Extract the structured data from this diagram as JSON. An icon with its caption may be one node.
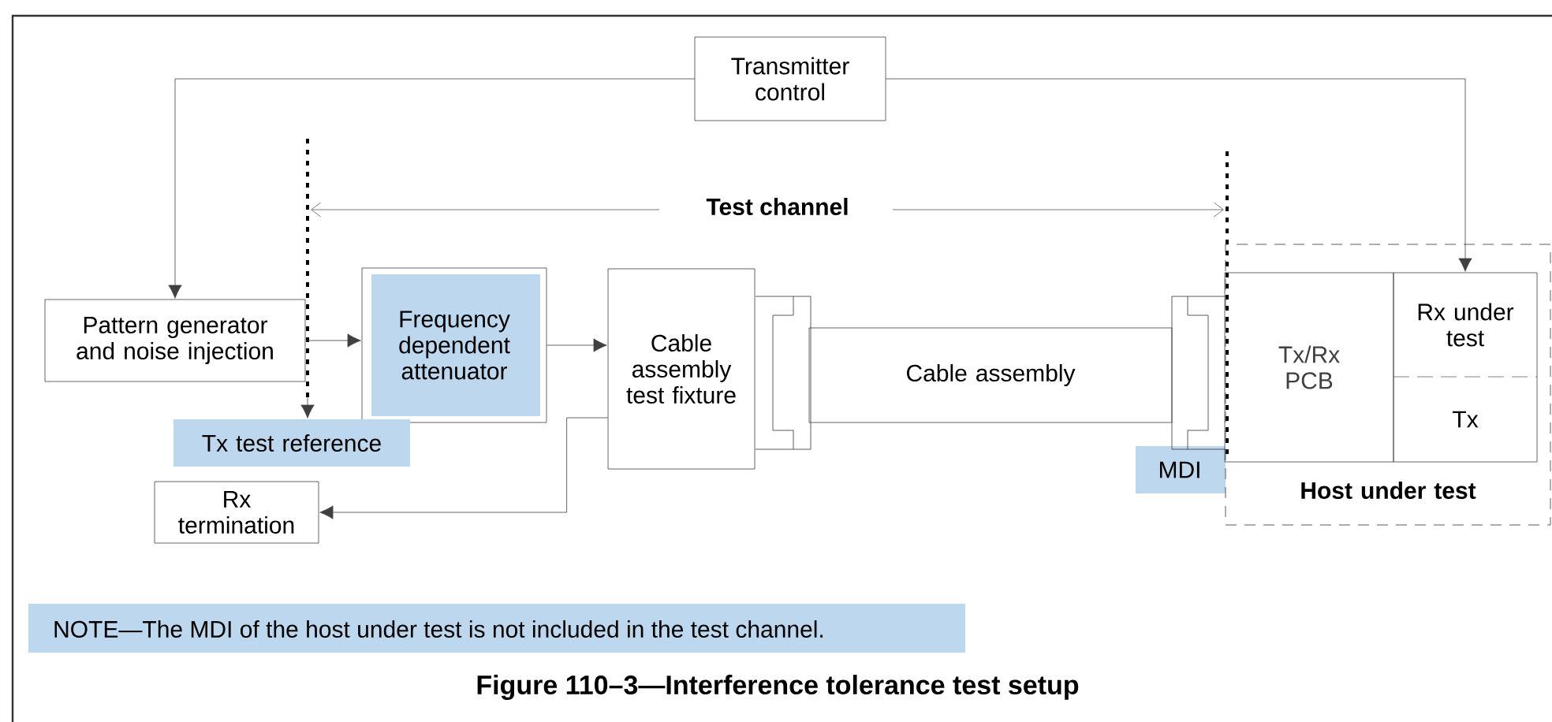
{
  "diagram": {
    "caption": "Figure 110–3—Interference tolerance test setup",
    "nodes": [
      {
        "text": [
          "Transmitter control"
        ]
      },
      {
        "text": [
          "Pattern generator and noise injection"
        ]
      },
      {
        "text": [
          "Frequency dependent attenuator"
        ]
      },
      {
        "text": [
          "Cable assembly test fixture"
        ]
      },
      {
        "text": [
          "Cable assembly"
        ]
      },
      {
        "text": [
          "Host under test"
        ]
      },
      {
        "text": [
          "Tx/Rx PCB"
        ],
        "in": 5
      },
      {
        "text": [
          "Rx under test"
        ],
        "in": 5
      },
      {
        "text": [
          "Tx"
        ],
        "in": 5
      },
      {
        "text": [
          "Rx termination"
        ]
      },
      {
        "text": [
          "Tx test reference"
        ]
      },
      {
        "text": [],
        "shape": "line"
      }
    ],
    "edges": [
      {
        "from": 0,
        "to": 1,
        "arrow": "to"
      },
      {
        "from": 0,
        "to": 7,
        "arrow": "to"
      },
      {
        "from": 1,
        "to": 2,
        "arrow": "to"
      },
      {
        "from": 2,
        "to": 3,
        "arrow": "to"
      },
      {
        "from": 3,
        "to": 9,
        "arrow": "to"
      },
      {
        "from": 11,
        "to": 10,
        "arrow": "to"
      }
    ],
    "labels": [
      "Test channel",
      "MDI",
      "NOTE—The MDI of the host under test is not included in the test channel."
    ]
  }
}
